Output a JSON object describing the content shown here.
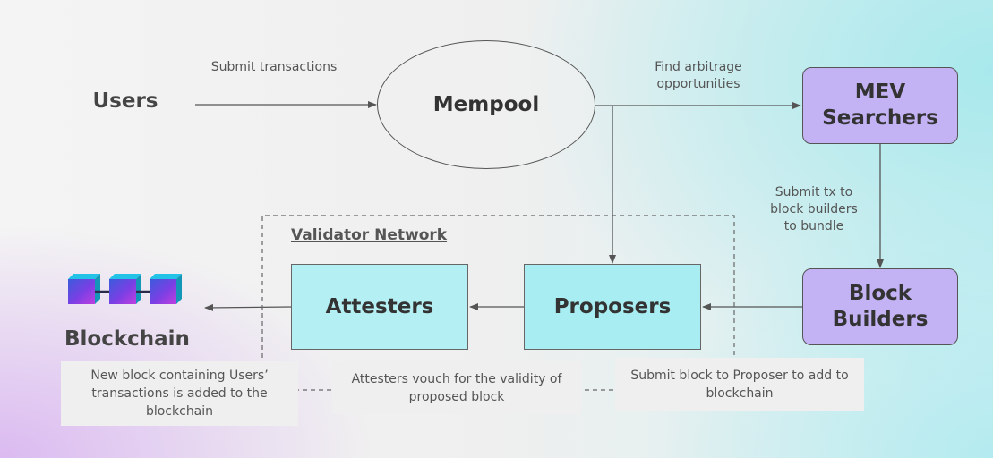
{
  "nodes": {
    "users": "Users",
    "mempool": "Mempool",
    "mev_searchers": "MEV\nSearchers",
    "block_builders": "Block\nBuilders",
    "proposers": "Proposers",
    "attesters": "Attesters",
    "blockchain": "Blockchain"
  },
  "group": {
    "validator_network": "Validator Network"
  },
  "edges": {
    "users_to_mempool": "Submit transactions",
    "mempool_to_searchers": "Find arbitrage opportunities",
    "searchers_to_builders": "Submit tx to block builders to bundle"
  },
  "notes": {
    "blockchain": "New block containing Users’ transactions is added to the blockchain",
    "attesters": "Attesters vouch for the validity of proposed block",
    "builders": "Submit block to Proposer to add to blockchain"
  },
  "colors": {
    "searcher_fill": "#c3b2f4",
    "validator_fill": "#b4eff3",
    "line": "#555555"
  },
  "icons": {
    "blockchain": "blockchain-cubes-icon"
  }
}
